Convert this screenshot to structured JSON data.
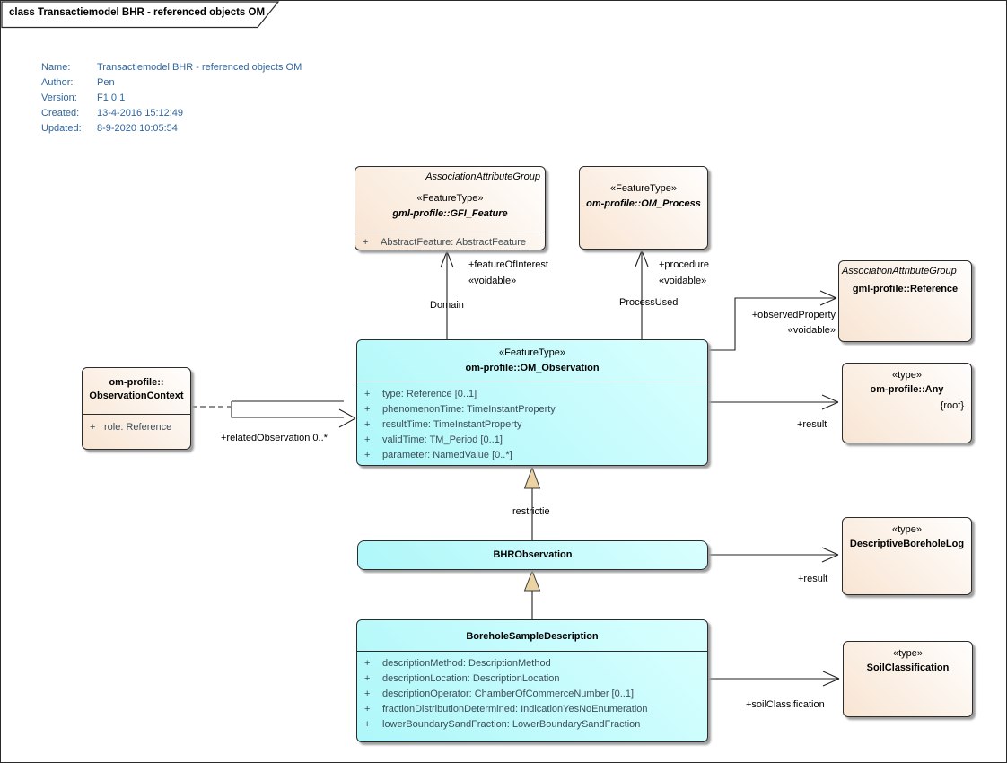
{
  "frame": {
    "title": "class Transactiemodel BHR - referenced objects OM"
  },
  "metadata": {
    "rows": [
      {
        "label": "Name:",
        "value": "Transactiemodel BHR - referenced objects OM"
      },
      {
        "label": "Author:",
        "value": "Pen"
      },
      {
        "label": "Version:",
        "value": "F1 0.1"
      },
      {
        "label": "Created:",
        "value": "13-4-2016 15:12:49"
      },
      {
        "label": "Updated:",
        "value": "8-9-2020 10:05:54"
      }
    ]
  },
  "symbols": {
    "plus": "+"
  },
  "classes": {
    "gfi_feature": {
      "group": "AssociationAttributeGroup",
      "stereotype": "«FeatureType»",
      "name": "gml-profile::GFI_Feature",
      "attributes": [
        "AbstractFeature: AbstractFeature"
      ]
    },
    "om_process": {
      "stereotype": "«FeatureType»",
      "name": "om-profile::OM_Process"
    },
    "om_observation": {
      "stereotype": "«FeatureType»",
      "name": "om-profile::OM_Observation",
      "attributes": [
        "type: Reference [0..1]",
        "phenomenonTime: TimeInstantProperty",
        "resultTime: TimeInstantProperty",
        "validTime: TM_Period [0..1]",
        "parameter: NamedValue [0..*]"
      ]
    },
    "observation_context": {
      "name_line1": "om-profile::",
      "name_line2": "ObservationContext",
      "attributes": [
        "role: Reference"
      ]
    },
    "reference": {
      "group": "AssociationAttributeGroup",
      "name": "gml-profile::Reference"
    },
    "any": {
      "stereotype": "«type»",
      "name": "om-profile::Any",
      "constraint": "{root}"
    },
    "bhr_observation": {
      "name": "BHRObservation"
    },
    "descriptive_borehole_log": {
      "stereotype": "«type»",
      "name": "DescriptiveBoreholeLog"
    },
    "borehole_sample_description": {
      "name": "BoreholeSampleDescription",
      "attributes": [
        "descriptionMethod: DescriptionMethod",
        "descriptionLocation: DescriptionLocation",
        "descriptionOperator: ChamberOfCommerceNumber [0..1]",
        "fractionDistributionDetermined: IndicationYesNoEnumeration",
        "lowerBoundarySandFraction: LowerBoundarySandFraction"
      ]
    },
    "soil_classification": {
      "stereotype": "«type»",
      "name": "SoilClassification"
    }
  },
  "connectors": {
    "feature_of_interest": {
      "role": "+featureOfInterest",
      "stereotype": "«voidable»",
      "target_label": "Domain"
    },
    "procedure": {
      "role": "+procedure",
      "stereotype": "«voidable»",
      "target_label": "ProcessUsed"
    },
    "observed_property": {
      "role": "+observedProperty",
      "stereotype": "«voidable»"
    },
    "result_observation": {
      "role": "+result"
    },
    "related_observation": {
      "role": "+relatedObservation 0..*"
    },
    "restriction": {
      "label": "restrictie"
    },
    "result_bhr": {
      "role": "+result"
    },
    "soil_classification": {
      "role": "+soilClassification"
    }
  },
  "colors": {
    "class_fill_cyan": "#AEF7F9",
    "class_fill_beige": "#F8E5D3",
    "metadata_text": "#31659C",
    "generalization_fill": "#EBD3A4",
    "line": "#1f1f1f"
  }
}
